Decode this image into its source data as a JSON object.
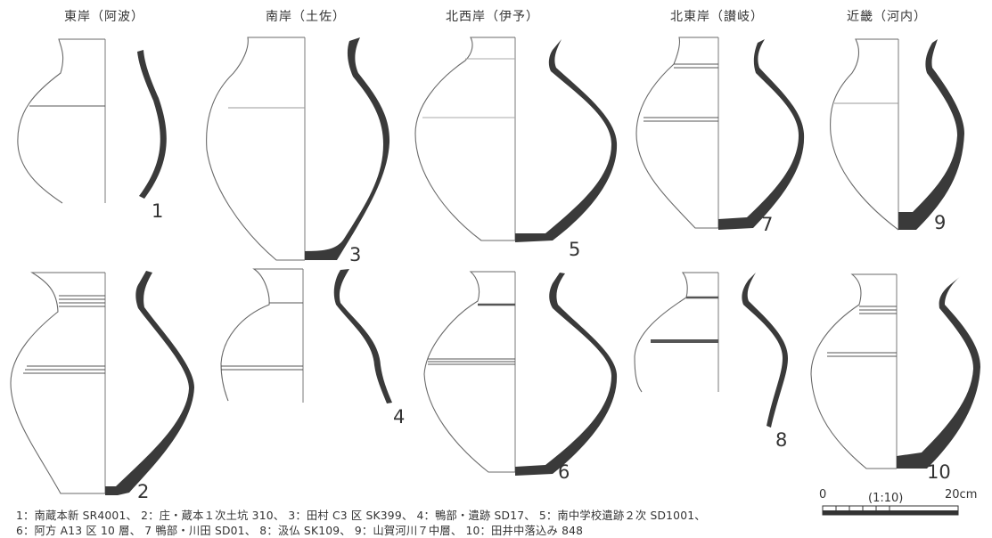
{
  "regions": [
    {
      "label": "東岸（阿波）"
    },
    {
      "label": "南岸（土佐）"
    },
    {
      "label": "北西岸（伊予）"
    },
    {
      "label": "北東岸（讃岐）"
    },
    {
      "label": "近畿（河内）"
    }
  ],
  "pots": [
    {
      "number": "1"
    },
    {
      "number": "2"
    },
    {
      "number": "3"
    },
    {
      "number": "4"
    },
    {
      "number": "5"
    },
    {
      "number": "6"
    },
    {
      "number": "7"
    },
    {
      "number": "8"
    },
    {
      "number": "9"
    },
    {
      "number": "10"
    }
  ],
  "scale_bar": {
    "start_label": "0",
    "ratio_label": "(1:10)",
    "end_label": "20cm"
  },
  "caption": {
    "line1": "1：南蔵本新 SR4001、 2：庄・蔵本１次土坑 310、 3：田村 C3 区 SK399、 4：鴨部・遺跡 SD17、 5：南中学校遺跡２次 SD1001、",
    "line2": "6：阿方 A13 区 10 層、 7 鴨部・川田 SD01、 8：汲仏 SK109、 9：山賀河川７中層、 10：田井中落込み 848"
  }
}
